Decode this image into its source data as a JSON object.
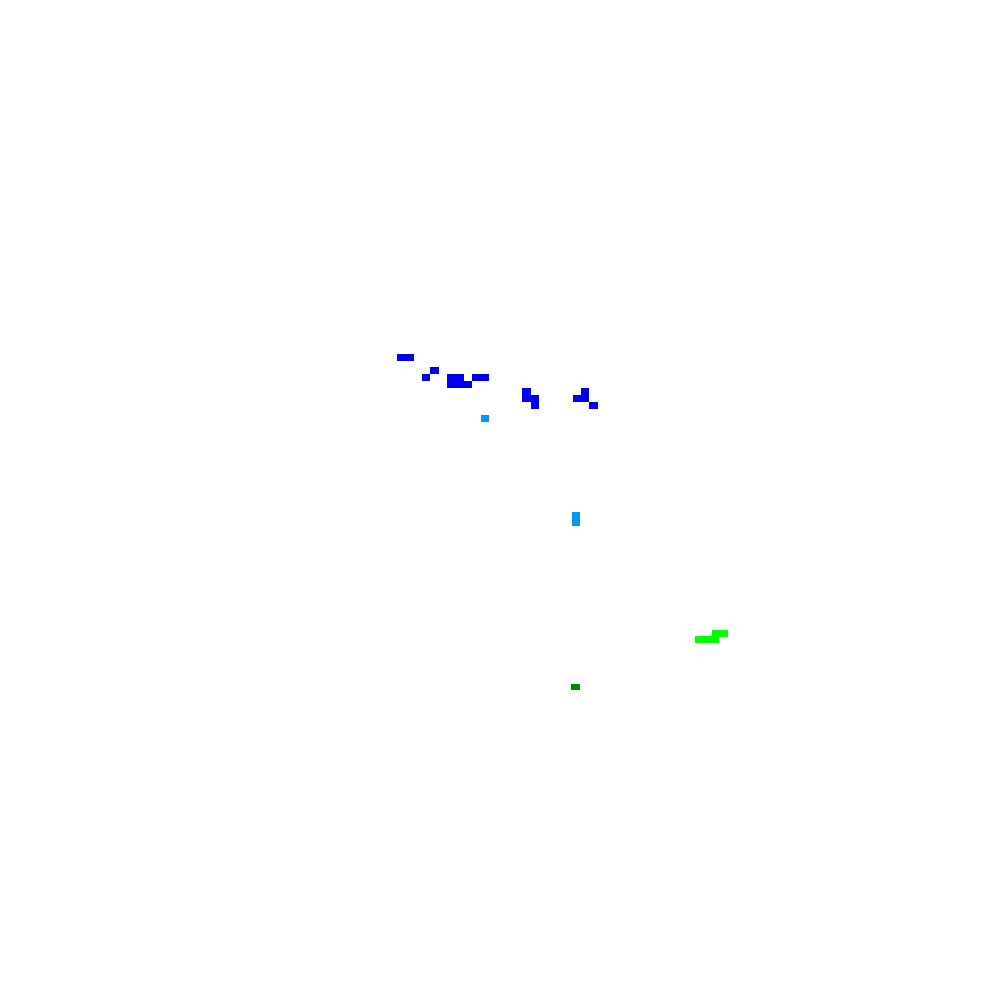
{
  "palette": {
    "background": "#ffffff",
    "blue": "#0000ee",
    "light_blue": "#0099ee",
    "bright_green": "#00ff00",
    "dark_green": "#008800"
  },
  "clusters": [
    {
      "name": "blue-pixel-cluster",
      "color_key": "blue"
    },
    {
      "name": "light-blue-pixel-cluster",
      "color_key": "light_blue"
    },
    {
      "name": "bright-green-pixel-cluster",
      "color_key": "bright_green"
    },
    {
      "name": "dark-green-pixel-cluster",
      "color_key": "dark_green"
    }
  ]
}
